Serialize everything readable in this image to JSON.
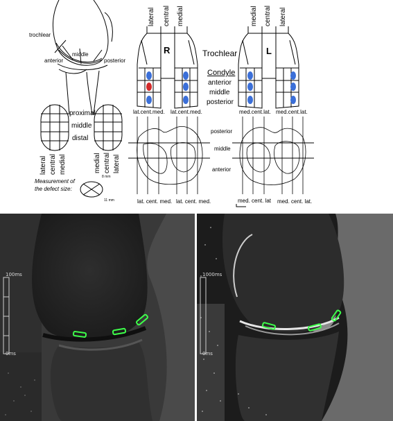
{
  "diagram": {
    "knee_side": {
      "trochlear": "trochlear",
      "anterior": "anterior",
      "middle": "middle",
      "posterior": "posterior"
    },
    "patella": {
      "proximal": "proximal",
      "middle": "middle",
      "distal": "distal",
      "left_cols": [
        "lateral",
        "central",
        "medial"
      ],
      "right_cols": [
        "medial",
        "central",
        "lateral"
      ],
      "measure_line1": "Measurement of",
      "measure_line2": "the defect size:",
      "dim_a": "8 mm",
      "dim_b": "11 mm"
    },
    "femur": {
      "r_cols": [
        "lateral",
        "central",
        "medial"
      ],
      "l_cols": [
        "medial",
        "central",
        "lateral"
      ],
      "r_letter": "R",
      "l_letter": "L",
      "trochlear": "Trochlear",
      "condyle": "Condyle",
      "anterior": "anterior",
      "middle": "middle",
      "posterior": "posterior",
      "r_bottom_1": "lat.cent.med.",
      "r_bottom_2": "lat.cent.med.",
      "l_bottom_1": "med.cent.lat.",
      "l_bottom_2": "med.cent.lat."
    },
    "tibia": {
      "posterior": "posterior",
      "middle": "middle",
      "anterior": "anterior",
      "r_bottom_1": "lat. cent. med.",
      "r_bottom_2": "lat. cent. med.",
      "l_bottom_1": "med. cent. lat",
      "l_bottom_2": "med. cent. lat."
    },
    "colors": {
      "marker_blue": "#3b6fd8",
      "marker_red": "#d22a2a",
      "roi_green": "#3dff4a"
    }
  },
  "mri": {
    "left_scale": {
      "top": "100ms",
      "bottom": "0ms"
    },
    "right_scale": {
      "top": "1000ms",
      "bottom": "0ms"
    }
  }
}
